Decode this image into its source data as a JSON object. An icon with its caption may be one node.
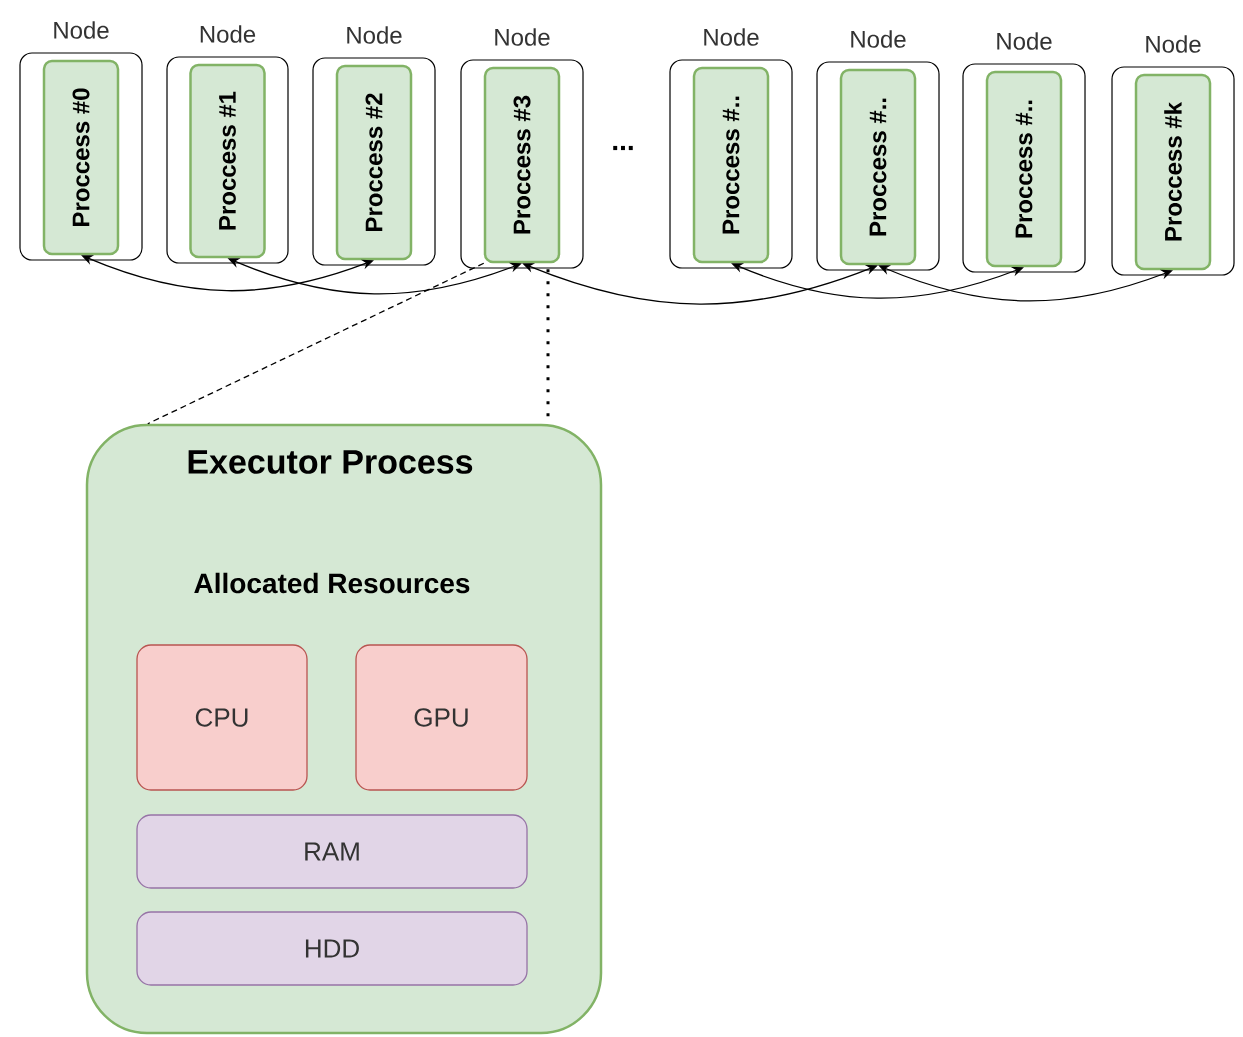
{
  "diagram": {
    "nodes": [
      {
        "text": [
          "Node"
        ]
      },
      {
        "text": [
          "Proccess #0"
        ],
        "in": 0
      },
      {
        "text": [
          "Node"
        ]
      },
      {
        "text": [
          "Proccess #1"
        ],
        "in": 2
      },
      {
        "text": [
          "Node"
        ]
      },
      {
        "text": [
          "Proccess #2"
        ],
        "in": 4
      },
      {
        "text": [
          "Node"
        ]
      },
      {
        "text": [
          "Proccess #3"
        ],
        "in": 6
      },
      {
        "text": [
          "Node"
        ]
      },
      {
        "text": [
          "Proccess #.."
        ],
        "in": 8
      },
      {
        "text": [
          "Node"
        ]
      },
      {
        "text": [
          "Proccess #.."
        ],
        "in": 10
      },
      {
        "text": [
          "Node"
        ]
      },
      {
        "text": [
          "Proccess #.."
        ],
        "in": 12
      },
      {
        "text": [
          "Node"
        ]
      },
      {
        "text": [
          "Proccess #k"
        ],
        "in": 14
      },
      {
        "text": [
          "Executor Process",
          "Allocated Resources"
        ]
      },
      {
        "text": [
          "CPU"
        ],
        "in": 16
      },
      {
        "text": [
          "GPU"
        ],
        "in": 16
      },
      {
        "text": [
          "RAM"
        ],
        "in": 16
      },
      {
        "text": [
          "HDD"
        ],
        "in": 16
      }
    ],
    "edges": [
      {
        "from": 1,
        "to": 5,
        "arrow": "both"
      },
      {
        "from": 3,
        "to": 7,
        "arrow": "both"
      },
      {
        "from": 7,
        "to": 11,
        "arrow": "both"
      },
      {
        "from": 9,
        "to": 13,
        "arrow": "both"
      },
      {
        "from": 11,
        "to": 15,
        "arrow": "both"
      },
      {
        "from": 7,
        "to": 16,
        "arrow": "none",
        "style": "dashed"
      },
      {
        "from": 7,
        "to": 16,
        "arrow": "none",
        "style": "dashed"
      }
    ],
    "labels": [
      "..."
    ]
  }
}
